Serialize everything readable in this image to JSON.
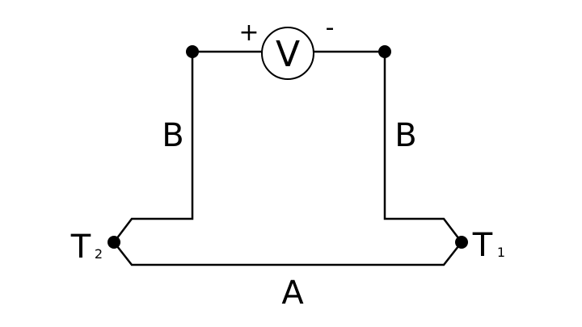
{
  "voltmeter": {
    "symbol": "V",
    "positive_sign": "+",
    "negative_sign": "-"
  },
  "wires": {
    "left_label": "B",
    "right_label": "B",
    "bottom_label": "A"
  },
  "junctions": {
    "left": {
      "label": "T",
      "subscript": "2"
    },
    "right": {
      "label": "T",
      "subscript": "1"
    }
  },
  "colors": {
    "line": "#000000",
    "background": "#ffffff"
  }
}
